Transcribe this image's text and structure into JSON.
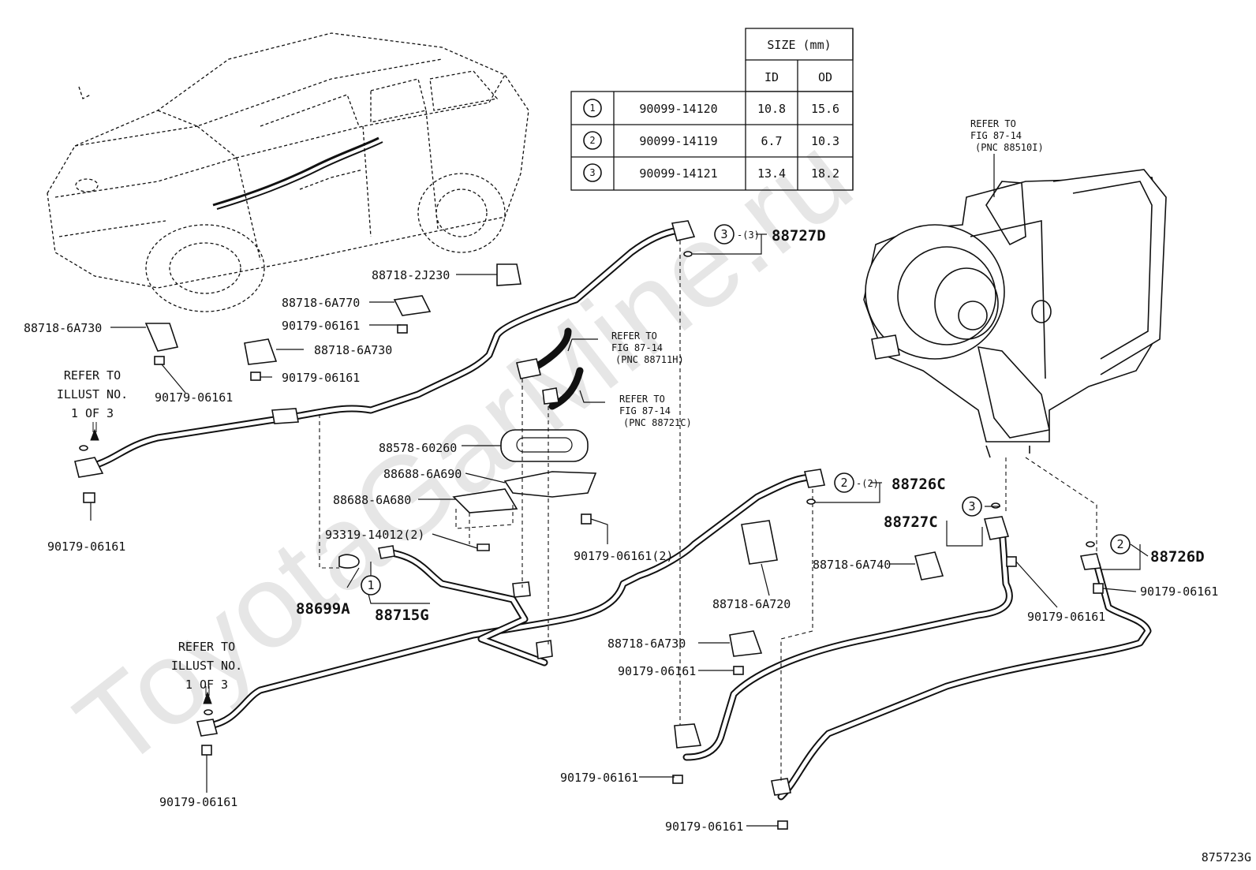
{
  "watermark": "ToyotaGarMine.ru",
  "figure_code": "875723G",
  "size_table": {
    "header": "SIZE (mm)",
    "col_id": "ID",
    "col_od": "OD",
    "rows": [
      {
        "num": "1",
        "part": "90099-14120",
        "id": "10.8",
        "od": "15.6"
      },
      {
        "num": "2",
        "part": "90099-14119",
        "id": "6.7",
        "od": "10.3"
      },
      {
        "num": "3",
        "part": "90099-14121",
        "id": "13.4",
        "od": "18.2"
      }
    ]
  },
  "refer": {
    "r88510": [
      "REFER TO",
      "FIG 87-14",
      "(PNC 88510I)"
    ],
    "r88711": [
      "REFER TO",
      "FIG 87-14",
      "(PNC 88711H)"
    ],
    "r88721": [
      "REFER TO",
      "FIG 87-14",
      "(PNC 88721C)"
    ],
    "illust_a": [
      "REFER TO",
      "ILLUST NO.",
      "1 OF 3"
    ],
    "illust_b": [
      "REFER TO",
      "ILLUST NO.",
      "1 OF 3"
    ]
  },
  "circles": {
    "c3a": "3",
    "c3a_qty": "-(3)",
    "c2a": "2",
    "c2a_qty": "-(2)",
    "c3b": "3",
    "c2b": "2",
    "c1": "1"
  },
  "labels": {
    "p88727D": "88727D",
    "p88726C": "88726C",
    "p88727C": "88727C",
    "p88726D": "88726D",
    "p88699A": "88699A",
    "p88715G": "88715G",
    "p88718_2J230": "88718-2J230",
    "p88718_6A770": "88718-6A770",
    "p90179_a": "90179-06161",
    "p88718_6A730_a": "88718-6A730",
    "p88718_6A730_b": "88718-6A730",
    "p90179_b": "90179-06161",
    "p90179_c": "90179-06161",
    "p90179_d": "90179-06161",
    "p88578": "88578-60260",
    "p88688_6A690": "88688-6A690",
    "p88688_6A680": "88688-6A680",
    "p93319": "93319-14012(2)",
    "p90179_e": "90179-06161(2)",
    "p88718_6A720": "88718-6A720",
    "p88718_6A740": "88718-6A740",
    "p90179_f": "90179-06161",
    "p90179_g": "90179-06161",
    "p88718_6A730_c": "88718-6A730",
    "p90179_h": "90179-06161",
    "p90179_i": "90179-06161",
    "p90179_j": "90179-06161",
    "p90179_k": "90179-06161"
  }
}
